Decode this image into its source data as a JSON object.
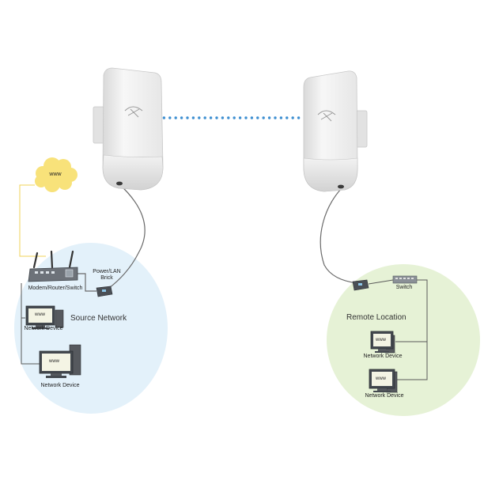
{
  "labels": {
    "cloud": "www",
    "router": "Modem/Router/Switch",
    "brick": "Power/LAN\nBrick",
    "source_network": "Source Network",
    "network_device": "Network Device",
    "remote_location": "Remote Location",
    "switch": "Switch",
    "screen": "www"
  },
  "colors": {
    "source_zone": "#e3f1fa",
    "remote_zone": "#e6f2d6",
    "cloud": "#f8e27a",
    "link_dots": "#3d8fd1",
    "internet_line": "#f0d35a",
    "wire": "#5a5a5a",
    "cable": "#6a6a6a"
  },
  "icons": {
    "access_point_left": "access-point-icon",
    "access_point_right": "access-point-icon",
    "router": "router-icon",
    "brick": "power-brick-icon",
    "switch": "switch-icon",
    "computer": "computer-icon"
  }
}
